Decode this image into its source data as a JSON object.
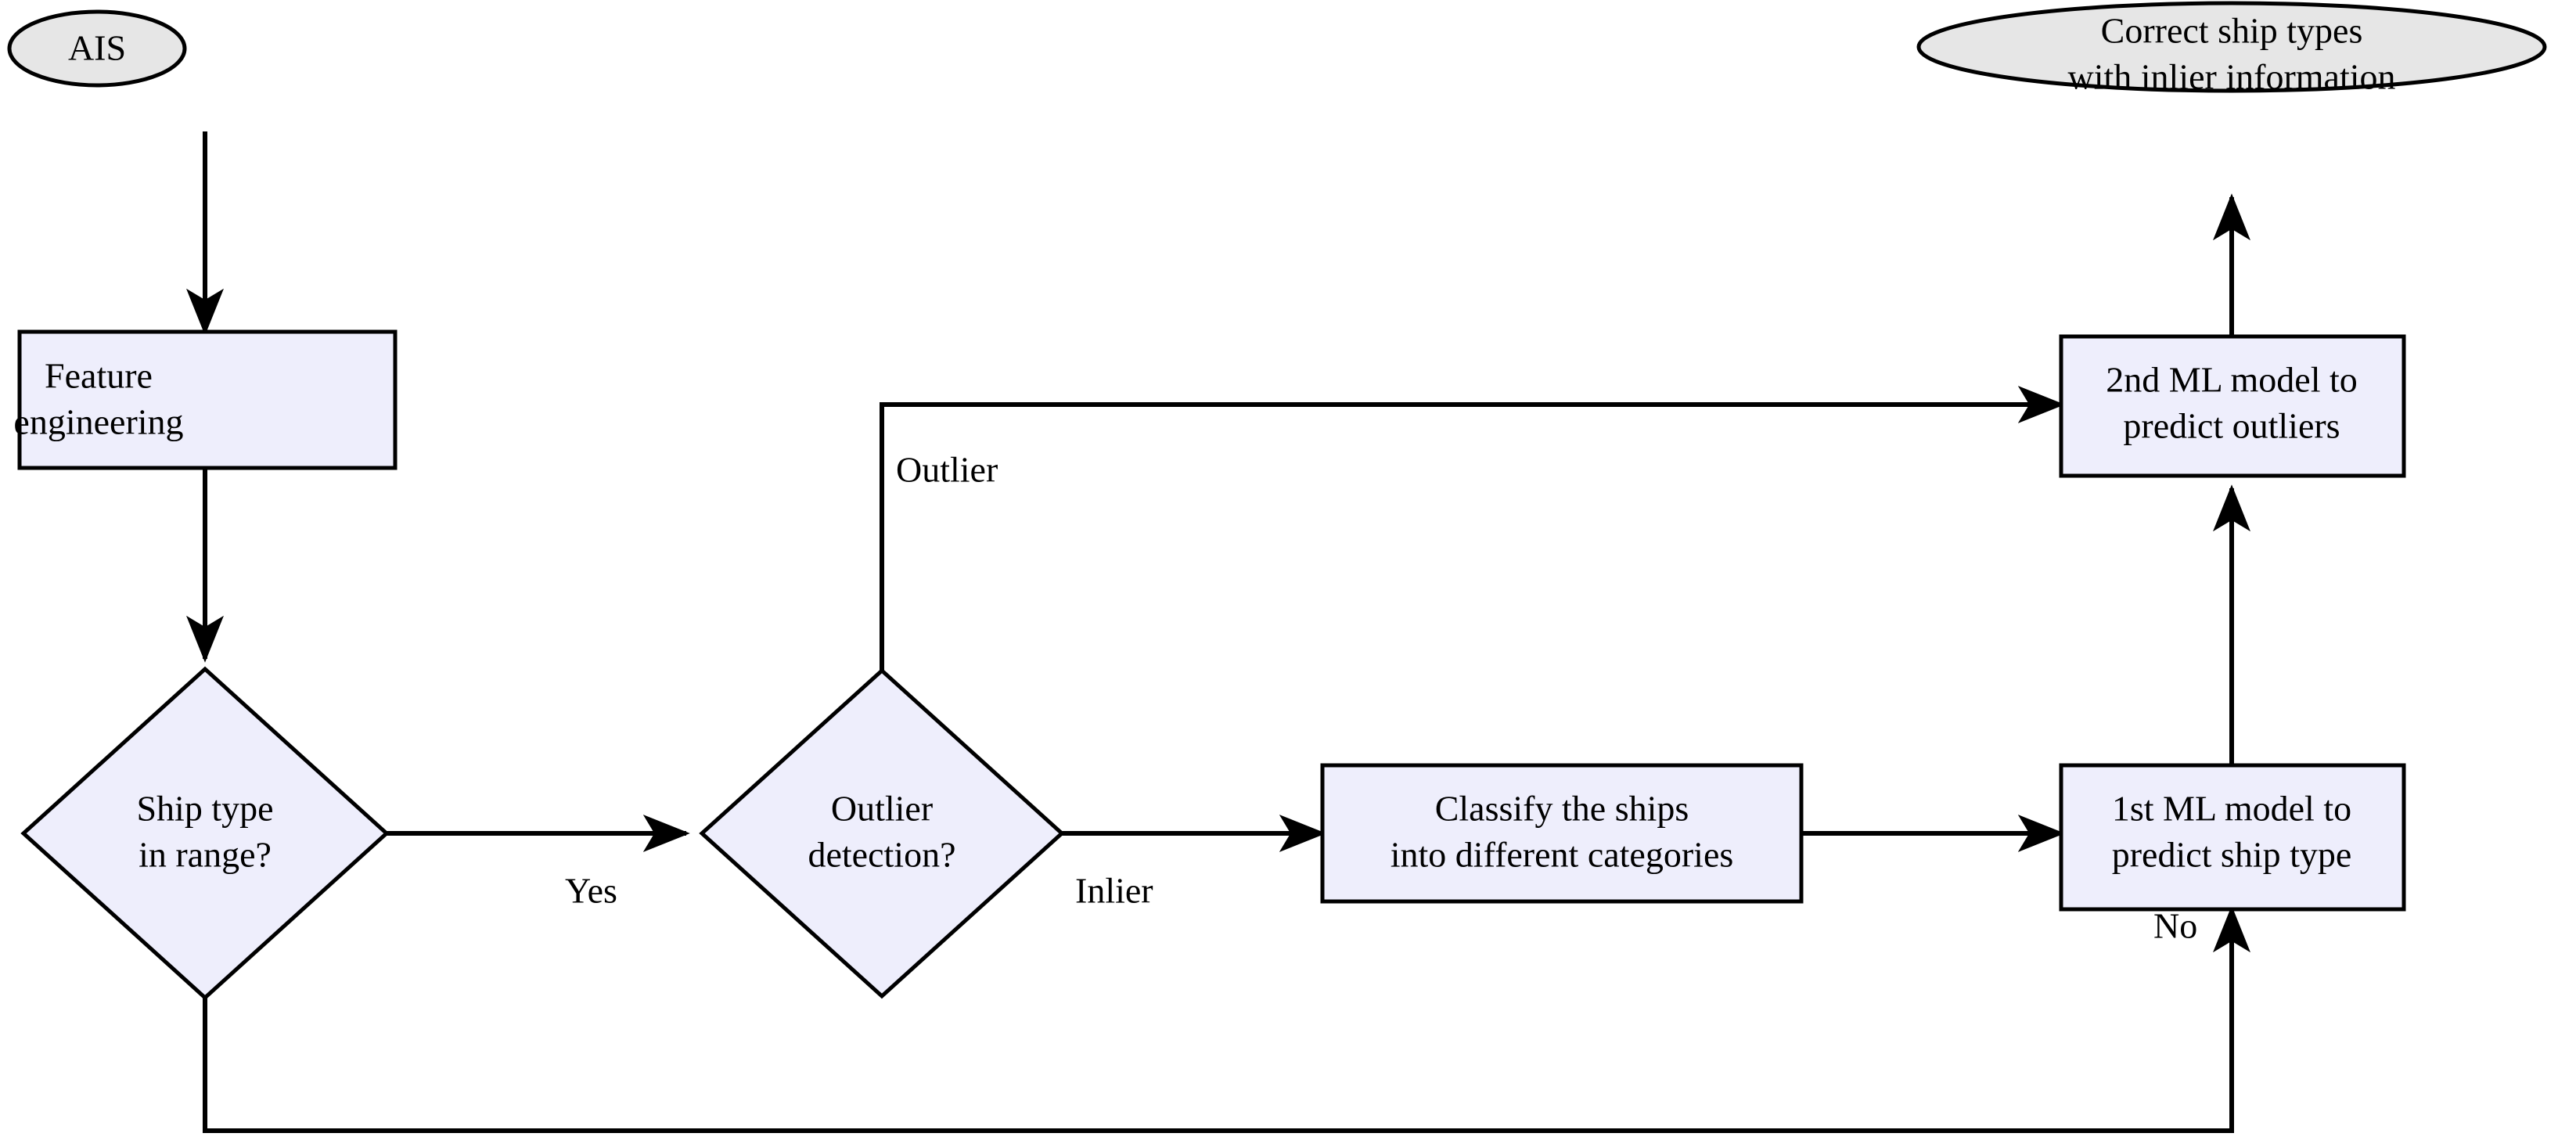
{
  "diagram": {
    "title": "Ship type correction machine learning pipeline flowchart",
    "background_color": "#ffffff",
    "colors": {
      "terminator_fill": "#e6e6e6",
      "process_fill": "#eeeefc",
      "decision_fill": "#eeeefc",
      "stroke": "#000000",
      "text": "#000000"
    },
    "nodes": [
      {
        "id": "ais",
        "type": "terminator",
        "shape": "ellipse",
        "lines": [
          "AIS"
        ]
      },
      {
        "id": "feature-engineering",
        "type": "process",
        "shape": "rectangle",
        "lines": [
          "Feature",
          "engineering"
        ]
      },
      {
        "id": "ship-type-in-range",
        "type": "decision",
        "shape": "diamond",
        "lines": [
          "Ship type",
          "in range?"
        ]
      },
      {
        "id": "outlier-detection",
        "type": "decision",
        "shape": "diamond",
        "lines": [
          "Outlier",
          "detection?"
        ]
      },
      {
        "id": "classify-ships",
        "type": "process",
        "shape": "rectangle",
        "lines": [
          "Classify the ships",
          "into different categories"
        ]
      },
      {
        "id": "first-ml-model",
        "type": "process",
        "shape": "rectangle",
        "lines": [
          "1st ML model to",
          "predict ship type"
        ]
      },
      {
        "id": "second-ml-model",
        "type": "process",
        "shape": "rectangle",
        "lines": [
          "2nd ML model to",
          "predict outliers"
        ]
      },
      {
        "id": "correct-ship-types",
        "type": "terminator",
        "shape": "ellipse",
        "lines": [
          "Correct ship types",
          "with inlier information"
        ]
      }
    ],
    "edge_labels": [
      {
        "id": "label-outlier",
        "text": "Outlier"
      },
      {
        "id": "label-yes",
        "text": "Yes"
      },
      {
        "id": "label-inlier",
        "text": "Inlier"
      },
      {
        "id": "label-no",
        "text": "No"
      }
    ],
    "edges": [
      {
        "id": "edge-ais-to-feature",
        "from": "ais",
        "to": "feature-engineering",
        "label": ""
      },
      {
        "id": "edge-feature-to-shiptype",
        "from": "feature-engineering",
        "to": "ship-type-in-range",
        "label": ""
      },
      {
        "id": "edge-shiptype-yes-to-outlier",
        "from": "ship-type-in-range",
        "to": "outlier-detection",
        "label": "Yes"
      },
      {
        "id": "edge-shiptype-no-to-first-ml",
        "from": "ship-type-in-range",
        "to": "first-ml-model",
        "label": "No"
      },
      {
        "id": "edge-outlier-branch-to-second-ml",
        "from": "outlier-detection",
        "to": "second-ml-model",
        "label": "Outlier"
      },
      {
        "id": "edge-inlier-to-classify",
        "from": "outlier-detection",
        "to": "classify-ships",
        "label": "Inlier"
      },
      {
        "id": "edge-classify-to-first-ml",
        "from": "classify-ships",
        "to": "first-ml-model",
        "label": ""
      },
      {
        "id": "edge-first-ml-to-second-ml",
        "from": "first-ml-model",
        "to": "second-ml-model",
        "label": ""
      },
      {
        "id": "edge-second-ml-to-correct",
        "from": "second-ml-model",
        "to": "correct-ship-types",
        "label": ""
      }
    ]
  }
}
